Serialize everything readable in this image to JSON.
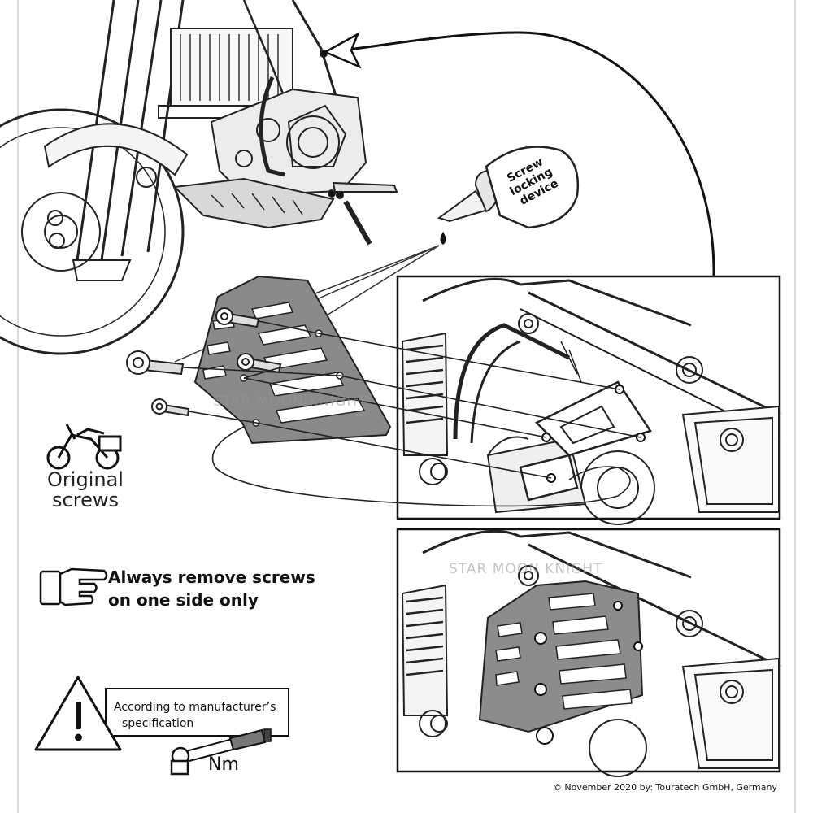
{
  "labels": {
    "screw_locking_device": [
      "Screw",
      "locking",
      "device"
    ],
    "original_screws": [
      "Original",
      "screws"
    ],
    "instruction": [
      "Always remove screws",
      "on one side only"
    ],
    "torque_note": [
      "According to manufacturer’s",
      "specification"
    ],
    "torque_unit": "Nm"
  },
  "watermark": "STAR MOON KNIGHT",
  "copyright": "© November 2020 by: Touratech GmbH, Germany",
  "icons": [
    "motorcycle-icon",
    "pointing-hand-icon",
    "warning-triangle-icon",
    "torque-wrench-icon",
    "glue-bottle-icon"
  ]
}
